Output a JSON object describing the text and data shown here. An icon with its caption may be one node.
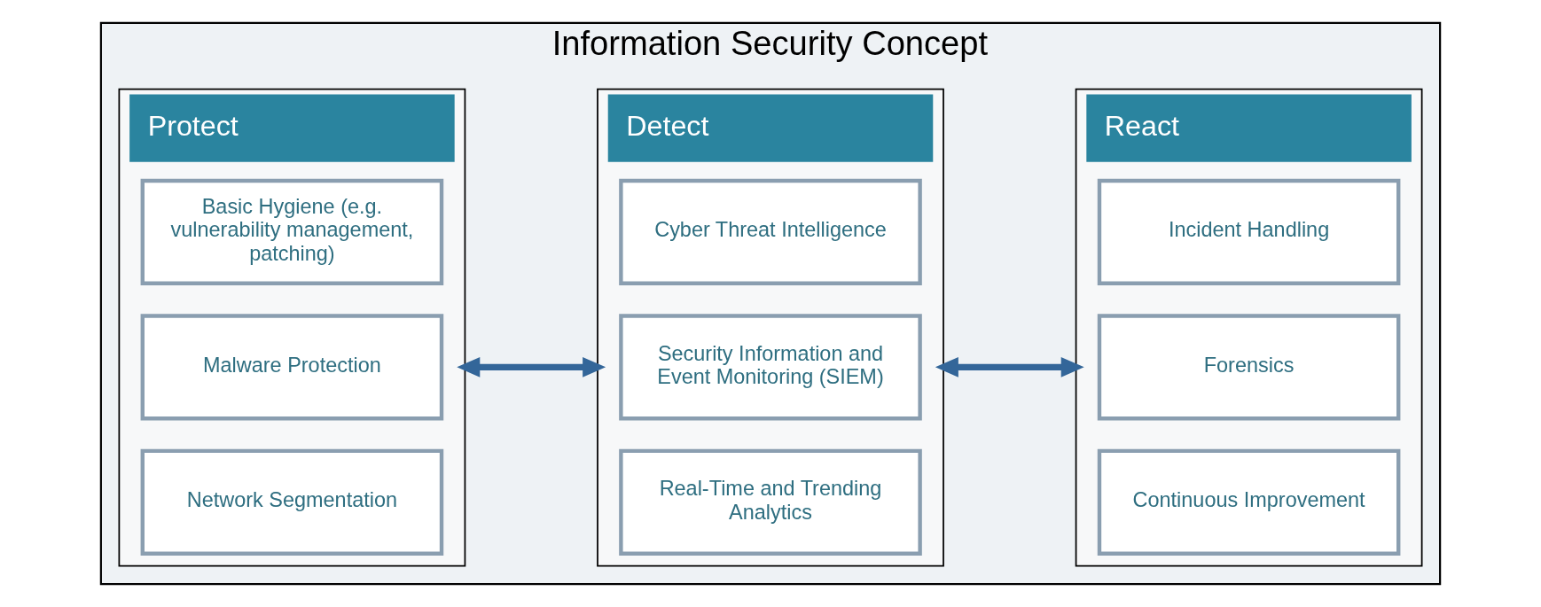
{
  "diagram": {
    "nodes": [
      {
        "text": [
          "Information Security Concept"
        ]
      },
      {
        "text": [
          "Protect"
        ],
        "in": 0
      },
      {
        "text": [
          "Basic Hygiene (e.g. vulnerability management, patching)"
        ],
        "in": 1
      },
      {
        "text": [
          "Malware Protection"
        ],
        "in": 1
      },
      {
        "text": [
          "Network Segmentation"
        ],
        "in": 1
      },
      {
        "text": [
          "Detect"
        ],
        "in": 0
      },
      {
        "text": [
          "Cyber Threat Intelligence"
        ],
        "in": 5
      },
      {
        "text": [
          "Security Information and Event Monitoring (SIEM)"
        ],
        "in": 5
      },
      {
        "text": [
          "Real-Time and Trending Analytics"
        ],
        "in": 5
      },
      {
        "text": [
          "React"
        ],
        "in": 0
      },
      {
        "text": [
          "Incident Handling"
        ],
        "in": 9
      },
      {
        "text": [
          "Forensics"
        ],
        "in": 9
      },
      {
        "text": [
          "Continuous Improvement"
        ],
        "in": 9
      }
    ],
    "edges": [
      {
        "from": 1,
        "to": 5,
        "arrow": "both"
      },
      {
        "from": 5,
        "to": 9,
        "arrow": "both"
      }
    ]
  }
}
